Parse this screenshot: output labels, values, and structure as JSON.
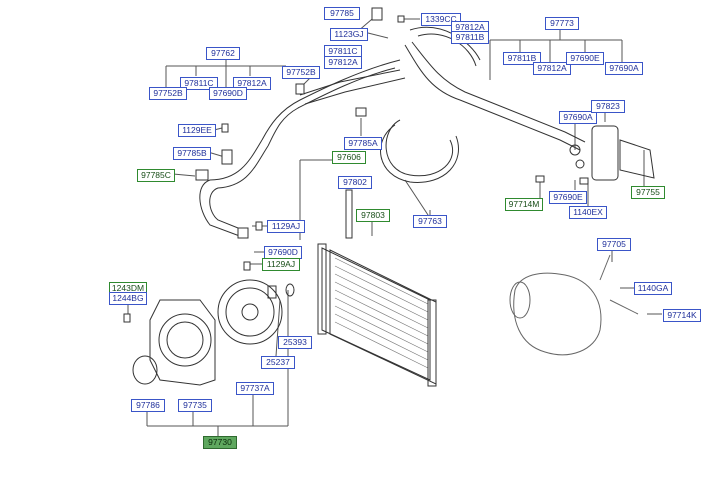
{
  "diagram": {
    "labels": {
      "l97785": "97785",
      "l1339CC": "1339CC",
      "l1123GJ": "1123GJ",
      "l97812A_top": "97812A",
      "l97811B_top": "97811B",
      "l97773": "97773",
      "l97762": "97762",
      "l97811C_a": "97811C",
      "l97812A_a": "97812A",
      "l97752B_a": "97752B",
      "l97811C_b": "97811C",
      "l97812A_b": "97812A",
      "l97752B_b": "97752B",
      "l97690D_a": "97690D",
      "l97811B_r": "97811B",
      "l97812A_r": "97812A",
      "l97690E_r": "97690E",
      "l97690A_r": "97690A",
      "l97690A_m": "97690A",
      "l97823": "97823",
      "l1129EE": "1129EE",
      "l97785B": "97785B",
      "l97785A": "97785A",
      "l97606": "97606",
      "l97785C": "97785C",
      "l97802": "97802",
      "l97803": "97803",
      "l97763": "97763",
      "l97690E_m": "97690E",
      "l97714M": "97714M",
      "l1140EX": "1140EX",
      "l97755": "97755",
      "l1129AJ_a": "1129AJ",
      "l97690D_b": "97690D",
      "l1129AJ_b": "1129AJ",
      "l97705": "97705",
      "l1243DM": "1243DM",
      "l1244BG": "1244BG",
      "l1140GA": "1140GA",
      "l97714K": "97714K",
      "l25393": "25393",
      "l25237": "25237",
      "l97737A": "97737A",
      "l97786": "97786",
      "l97735": "97735",
      "l97730": "97730"
    }
  }
}
